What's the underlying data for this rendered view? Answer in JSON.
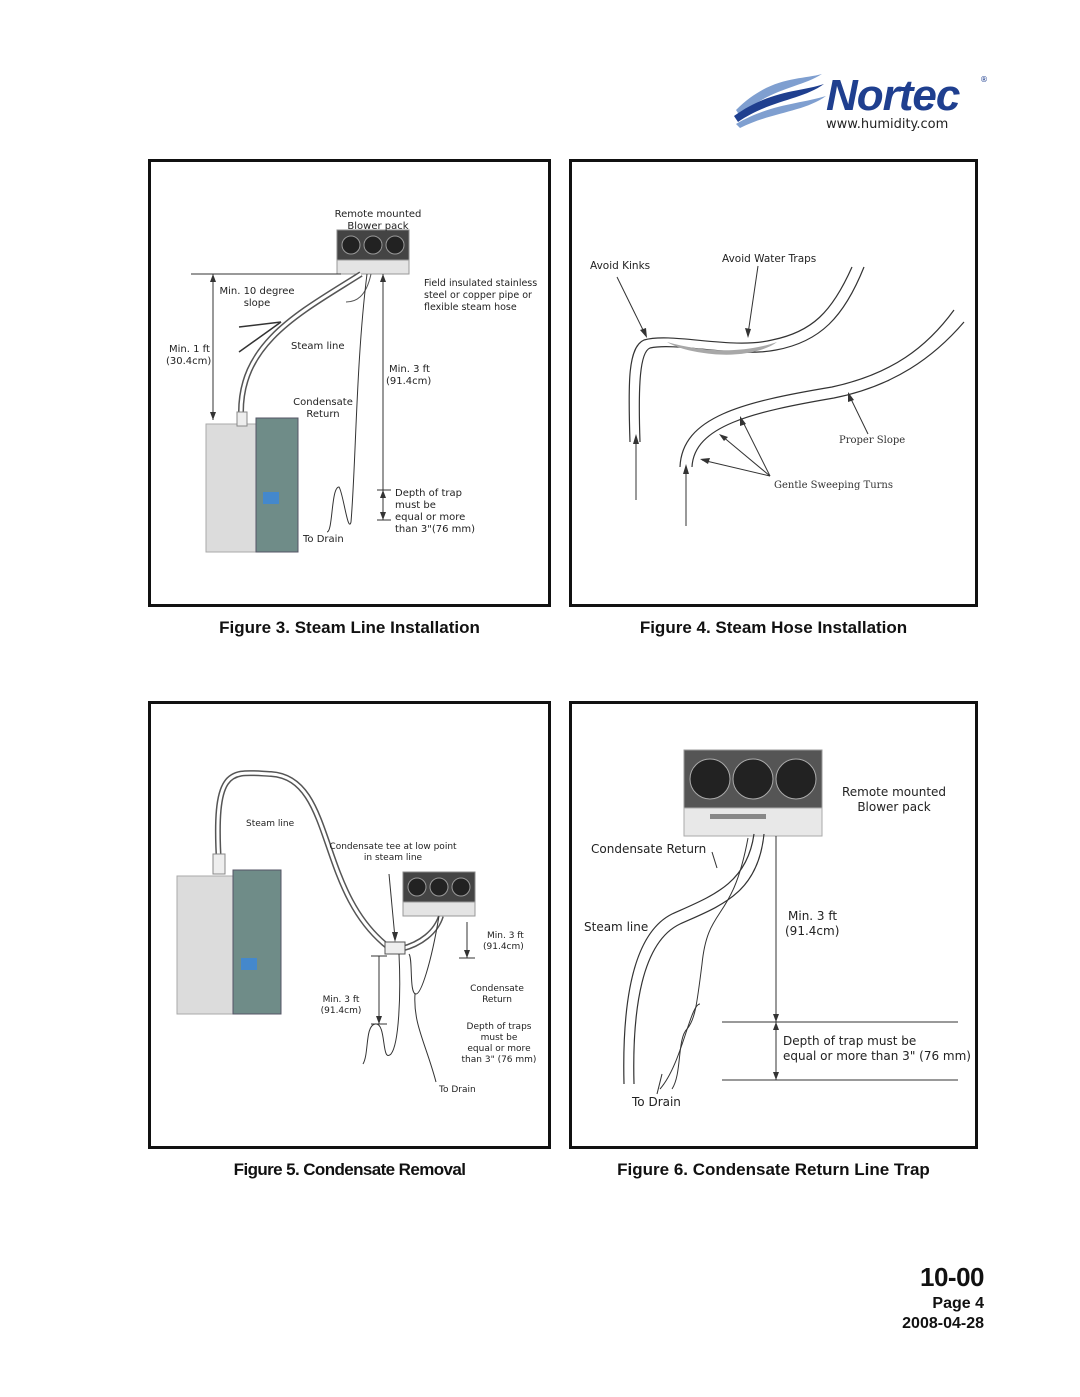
{
  "header": {
    "brand": "Nortec",
    "registered_mark": "®",
    "url": "www.humidity.com",
    "colors": {
      "brand_blue": "#1f3f8f",
      "wave_light": "#7f9fd0"
    }
  },
  "figures": {
    "fig3": {
      "caption": "Figure 3.   Steam Line Installation",
      "labels": {
        "blower_1": "Remote mounted",
        "blower_2": "Blower pack",
        "slope_1": "Min. 10 degree",
        "slope_2": "slope",
        "field_1": "Field insulated stainless",
        "field_2": "steel or copper pipe or",
        "field_3": "flexible steam hose",
        "min1_1": "Min. 1 ft",
        "min1_2": "(30.4cm)",
        "steam_line": "Steam line",
        "min3_1": "Min. 3 ft",
        "min3_2": "(91.4cm)",
        "cond_1": "Condensate",
        "cond_2": "Return",
        "trap_1": "Depth of trap",
        "trap_2": "must be",
        "trap_3": "equal or more",
        "trap_4": "than 3\"(76 mm)",
        "drain": "To Drain"
      }
    },
    "fig4": {
      "caption": "Figure 4.   Steam Hose Installation",
      "labels": {
        "kinks": "Avoid Kinks",
        "traps": "Avoid Water Traps",
        "slope": "Proper Slope",
        "turns": "Gentle Sweeping Turns"
      }
    },
    "fig5": {
      "caption": "Figure 5.   Condensate Removal",
      "labels": {
        "steam_line": "Steam line",
        "tee_1": "Condensate tee at low point",
        "tee_2": "in steam line",
        "min3a_1": "Min. 3 ft",
        "min3a_2": "(91.4cm)",
        "cond_1": "Condensate",
        "cond_2": "Return",
        "min3b_1": "Min. 3 ft",
        "min3b_2": "(91.4cm)",
        "traps_1": "Depth of traps",
        "traps_2": "must be",
        "traps_3": "equal or more",
        "traps_4": "than 3\" (76 mm)",
        "drain": "To Drain"
      }
    },
    "fig6": {
      "caption": "Figure 6.   Condensate Return Line Trap",
      "labels": {
        "blower_1": "Remote mounted",
        "blower_2": "Blower pack",
        "cond_return": "Condensate Return",
        "steam_line": "Steam line",
        "min3_1": "Min. 3 ft",
        "min3_2": "(91.4cm)",
        "trap_1": "Depth of trap must be",
        "trap_2": "equal or more than 3\" (76 mm)",
        "drain": "To Drain"
      }
    }
  },
  "footer": {
    "doc_code": "10-00",
    "page": "Page 4",
    "date": "2008-04-28"
  }
}
